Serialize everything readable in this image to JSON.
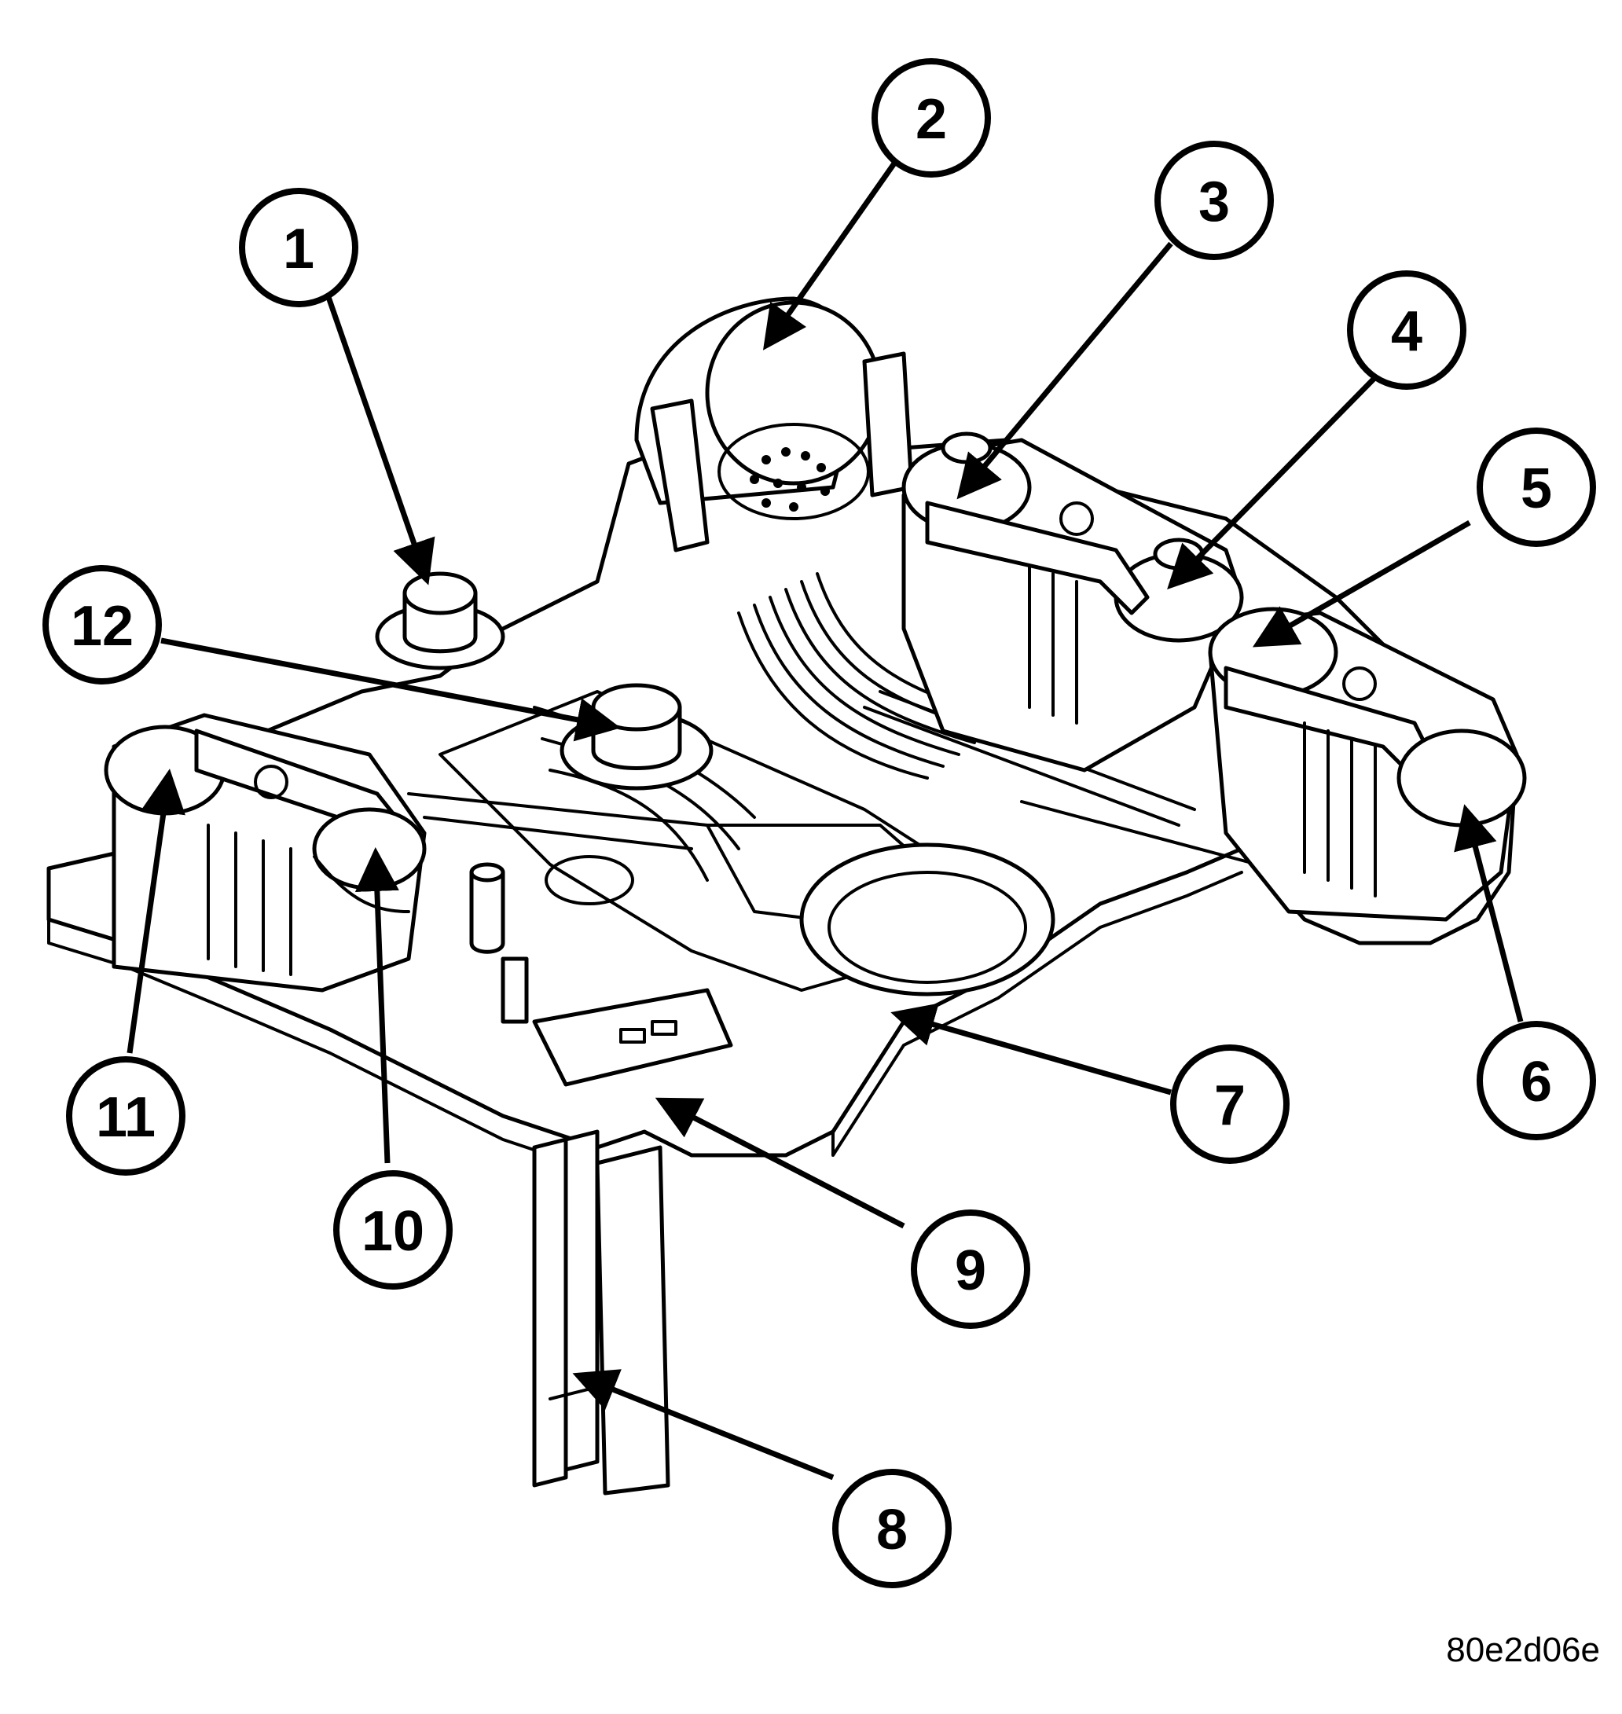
{
  "figure_id": "80e2d06e",
  "callouts": [
    {
      "label": "1"
    },
    {
      "label": "2"
    },
    {
      "label": "3"
    },
    {
      "label": "4"
    },
    {
      "label": "5"
    },
    {
      "label": "6"
    },
    {
      "label": "7"
    },
    {
      "label": "8"
    },
    {
      "label": "9"
    },
    {
      "label": "10"
    },
    {
      "label": "11"
    },
    {
      "label": "12"
    }
  ],
  "colors": {
    "ink": "#000000",
    "paper": "#ffffff"
  }
}
